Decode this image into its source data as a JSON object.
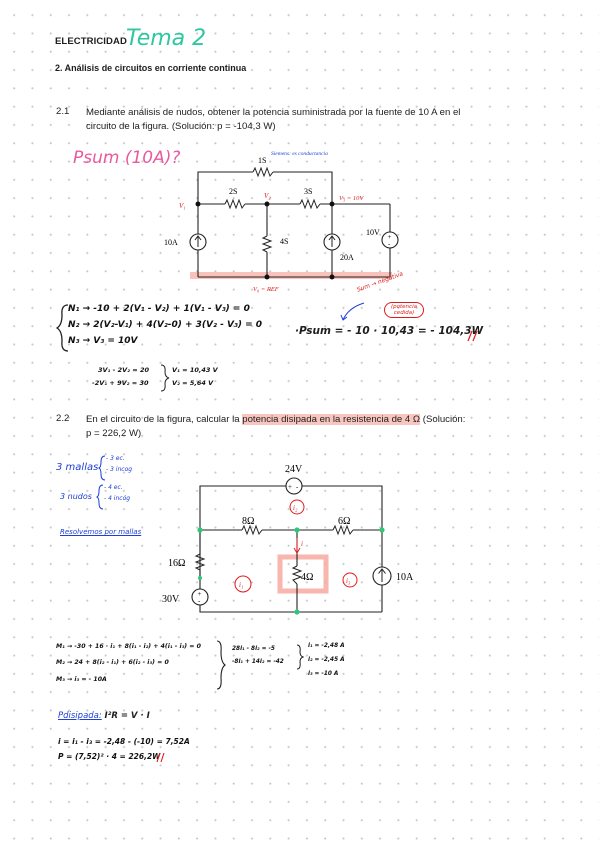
{
  "header": {
    "subject": "ELECTRICIDAD",
    "tema": "Tema 2",
    "section": "2. Análisis de circuitos en corriente continua"
  },
  "problem1": {
    "number": "2.1",
    "line1": "Mediante análisis de nudos, obtener la potencia suministrada por la fuente de 10 A en el",
    "line2": "circuito de la figura. (Solución: p = -104,3 W)",
    "note_psum": "Psum (10A)?",
    "circuit": {
      "r_top": "1S",
      "r_top_note": "Siemens: es conductancia",
      "r1": "2S",
      "r2": "3S",
      "r3": "4S",
      "src_10a": "10A",
      "src_20a": "20A",
      "src_10v": "10V",
      "node_v1": "V₁",
      "node_v2": "V₂",
      "node_v3": "V₃ = 10V",
      "node_ref": "V₀ = REF"
    },
    "equations": [
      "N₁ → -10 + 2(V₁ - V₂) + 1(V₁ - V₃) = 0",
      "N₂ → 2(V₂-V₁) + 4(V₂-0) + 3(V₂ - V₃) = 0",
      "N₃ → V₃ = 10V"
    ],
    "system": [
      "3V₁ - 2V₂ = 20",
      "-2V₁ + 9V₂ = 30"
    ],
    "results": [
      "V₁ = 10,43 V",
      "V₂ = 5,64 V"
    ],
    "psum_result": "·Psum = - 10 · 10,43 = - 104,3W",
    "note_sum": "Sum → negativa",
    "note_cedida": "(potencia cedida)"
  },
  "problem2": {
    "number": "2.2",
    "line1_pre": "En el circuito de la figura, calcular la",
    "line1_hl": "potencia disipada en la resistencia de 4 Ω",
    "line1_post": "(Solución:",
    "line2": "p = 226,2 W)",
    "notes": {
      "mallas": "3 mallas",
      "mallas_detail": [
        "- 3 ec.",
        "- 3 incog"
      ],
      "nudos": "3 nudos",
      "nudos_detail": [
        "- 4 ec.",
        "- 4 incóg"
      ],
      "resolve": "Resolvemos por mallas"
    },
    "circuit": {
      "src_24v": "24V",
      "r_8": "8Ω",
      "r_6": "6Ω",
      "r_16": "16Ω",
      "r_4": "4Ω",
      "src_30v": "30V",
      "src_10a": "10A",
      "i1": "i₁",
      "i2": "i₂",
      "i3": "i₃",
      "i": "i"
    },
    "equations": [
      "M₁ → -30 + 16 · i₁ + 8(i₁ - i₂) + 4(i₁ - i₃) = 0",
      "M₂ → 24 + 8(i₂ - i₁) + 6(i₂ - i₃) = 0",
      "M₃ → i₃ = - 10A"
    ],
    "system": [
      "28i₁ - 8i₂ = -5",
      "-8i₁ + 14i₂ = -42"
    ],
    "results": [
      "i₁ = -2,48 A",
      "i₂ = -2,45 A",
      "i₃ = -10 A"
    ],
    "pdis_label": "Pdisipada:",
    "pdis_formula": "I²R = V · I",
    "calc1": "i = i₁ - i₃ = -2,48 - (-10) = 7,52A",
    "calc2": "P = (7,52)² · 4 = 226,2W"
  }
}
